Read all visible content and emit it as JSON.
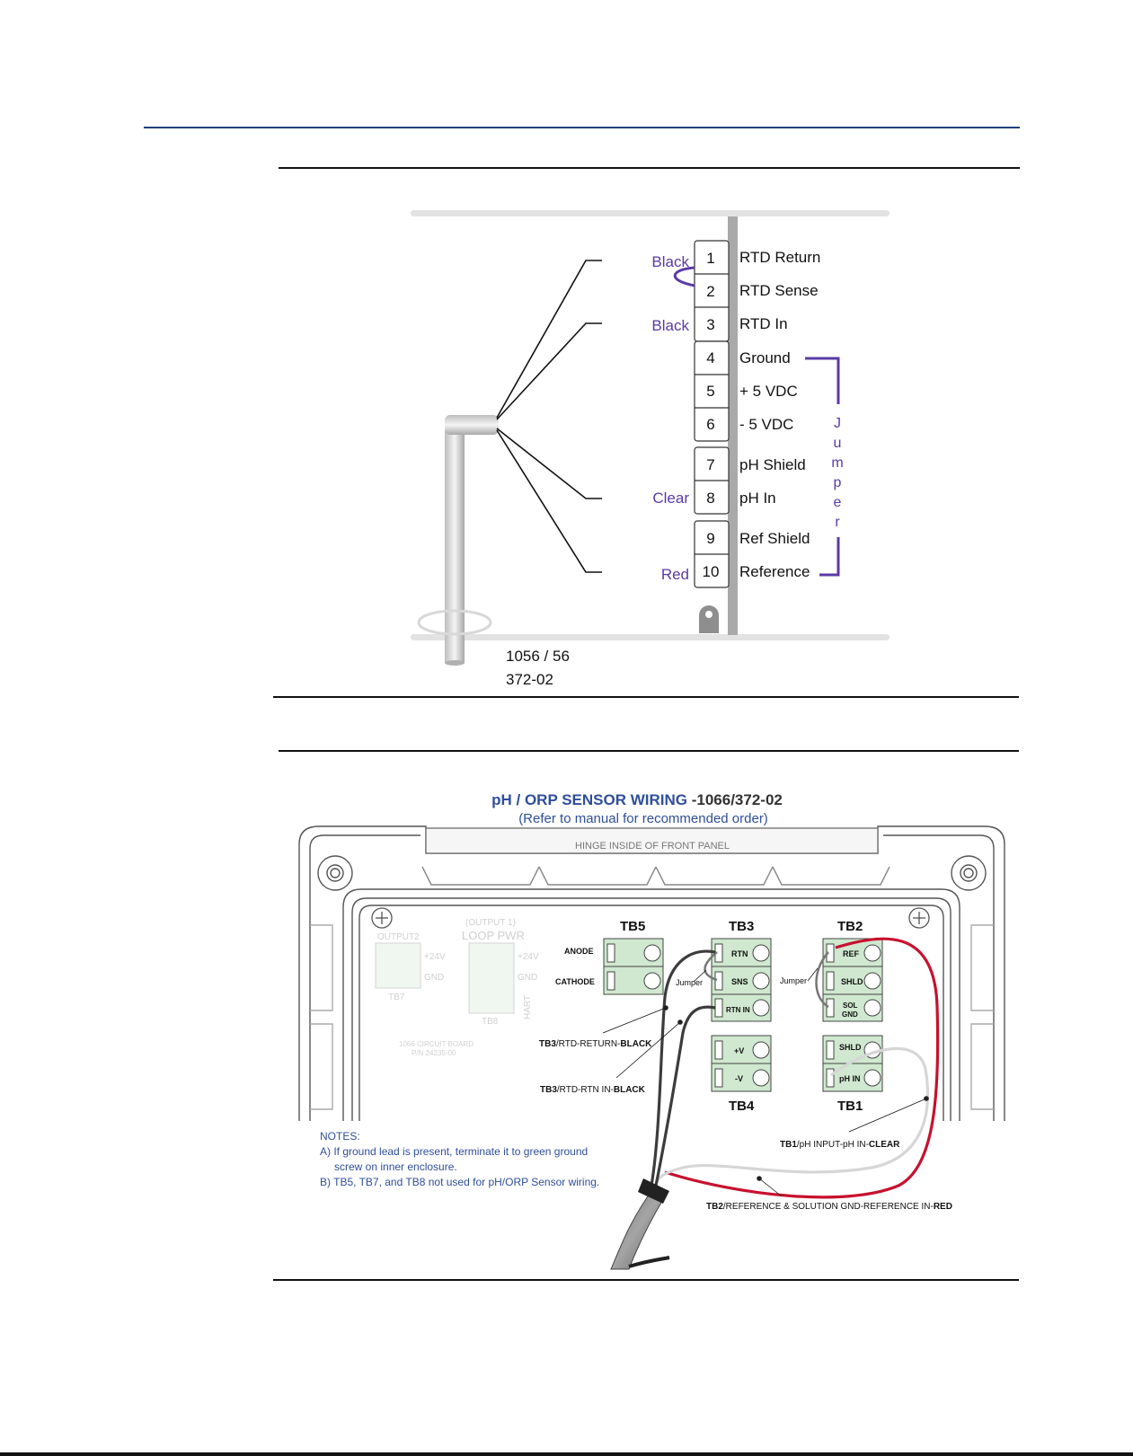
{
  "colors": {
    "header_rule": "#1f3f7a",
    "wire_label": "#5b3aa6",
    "jumper": "#5b3aa6",
    "title_blue": "#2f4f9a",
    "red_wire": "#c8102e",
    "terminal_green": "#cfe8cf"
  },
  "diagram1": {
    "terminals": [
      {
        "num": "1",
        "label": "RTD Return"
      },
      {
        "num": "2",
        "label": "RTD Sense"
      },
      {
        "num": "3",
        "label": "RTD In"
      },
      {
        "num": "4",
        "label": "Ground"
      },
      {
        "num": "5",
        "label": "+ 5 VDC"
      },
      {
        "num": "6",
        "label": "- 5 VDC"
      },
      {
        "num": "7",
        "label": "pH Shield"
      },
      {
        "num": "8",
        "label": "pH In"
      },
      {
        "num": "9",
        "label": "Ref Shield"
      },
      {
        "num": "10",
        "label": "Reference"
      }
    ],
    "wire_labels": {
      "t1": "Black",
      "t3": "Black",
      "t8": "Clear",
      "t10": "Red"
    },
    "jumper_letters": [
      "J",
      "u",
      "m",
      "p",
      "e",
      "r"
    ],
    "model_line1": "1056 / 56",
    "model_line2": "372-02"
  },
  "diagram2": {
    "title_a": "pH / ORP SENSOR WIRING",
    "title_b": " -1066/372-02",
    "subtitle": "(Refer to manual for recommended order)",
    "hinge": "HINGE INSIDE OF FRONT PANEL",
    "tb5": {
      "title": "TB5",
      "anode": "ANODE",
      "cathode": "CATHODE"
    },
    "tb3": {
      "title": "TB3",
      "rtn": "RTN",
      "sns": "SNS",
      "rtn_in": "RTN IN"
    },
    "tb2": {
      "title": "TB2",
      "ref": "REF",
      "shld": "SHLD",
      "sol": "SOL",
      "gnd": "GND"
    },
    "tb4": {
      "title": "TB4",
      "pv": "+V",
      "nv": "-V"
    },
    "tb1": {
      "title": "TB1",
      "shld": "SHLD",
      "ph_in": "pH IN"
    },
    "jumper_label": "Jumper",
    "faded": {
      "output2": "OUTPUT2",
      "output1": "(OUTPUT 1)",
      "loop_pwr": "LOOP PWR",
      "v24": "+24V",
      "gnd": "GND",
      "tb7": "TB7",
      "tb8": "TB8",
      "hart": "HART",
      "board1": "1066 CIRCUIT BOARD",
      "board2": "P/N 24235-00"
    },
    "callouts": {
      "rtd_return_a": "TB3",
      "rtd_return_b": "/RTD-RETURN-",
      "rtd_return_c": "BLACK",
      "rtn_in_a": "TB3",
      "rtn_in_b": "/RTD-RTN IN-",
      "rtn_in_c": "BLACK",
      "ph_a": "TB1",
      "ph_b": "/pH INPUT-pH IN-",
      "ph_c": "CLEAR",
      "ref_a": "TB2",
      "ref_b": "/REFERENCE & SOLUTION GND-REFERENCE IN-",
      "ref_c": "RED"
    },
    "notes": {
      "heading": "NOTES:",
      "a1": "A) If ground lead is present, terminate it to green ground",
      "a2": "screw on inner enclosure.",
      "b": "B) TB5, TB7, and TB8 not used for pH/ORP Sensor wiring."
    }
  }
}
